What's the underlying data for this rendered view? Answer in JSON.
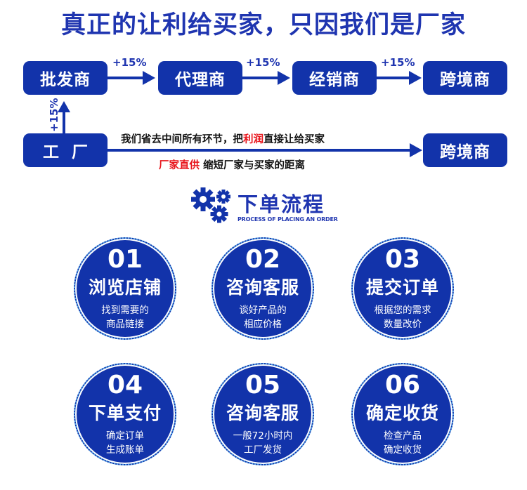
{
  "headline": "真正的让利给买家，只因我们是厂家",
  "supply_chain": {
    "top_row": [
      "批发商",
      "代理商",
      "经销商",
      "跨境商"
    ],
    "markup_label": "+15%",
    "factory": "工厂",
    "direct_target": "跨境商",
    "direct_line_top": {
      "before": "我们省去中间所有环节，把",
      "highlight": "利润",
      "after": "直接让给买家"
    },
    "direct_line_bottom": {
      "highlight": "厂家直供",
      "after": " 缩短厂家与买家的距离"
    }
  },
  "section": {
    "title": "下单流程",
    "subtitle": "PROCESS OF PLACING AN ORDER",
    "icon": "gears-icon"
  },
  "steps": [
    {
      "num": "01",
      "title": "浏览店铺",
      "desc1": "找到需要的",
      "desc2": "商品链接"
    },
    {
      "num": "02",
      "title": "咨询客服",
      "desc1": "谈好产品的",
      "desc2": "相应价格"
    },
    {
      "num": "03",
      "title": "提交订单",
      "desc1": "根据您的需求",
      "desc2": "数量改价"
    },
    {
      "num": "04",
      "title": "下单支付",
      "desc1": "确定订单",
      "desc2": "生成账单"
    },
    {
      "num": "05",
      "title": "咨询客服",
      "desc1": "一般72小时内",
      "desc2": "工厂发货"
    },
    {
      "num": "06",
      "title": "确定收货",
      "desc1": "检查产品",
      "desc2": "确定收货"
    }
  ],
  "colors": {
    "primary": "#1233aa",
    "heading": "#1f35b0",
    "highlight": "#e8141b",
    "dot_ring": "#55a8e8"
  }
}
